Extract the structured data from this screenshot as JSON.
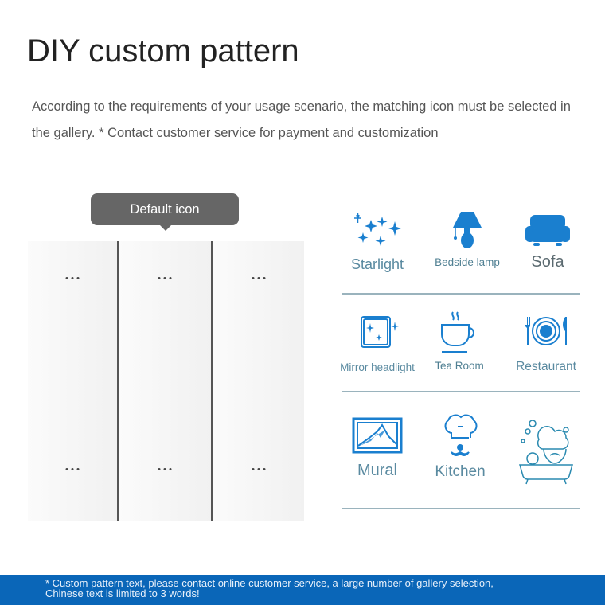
{
  "title": "DIY custom pattern",
  "description": "According to the requirements of your usage scenario, the matching icon must be selected in the gallery. * Contact customer service for payment and customization",
  "tooltip": "Default icon",
  "icon_color": "#1a7fcf",
  "gallery": [
    {
      "label": "Starlight",
      "icon": "sparkles-icon"
    },
    {
      "label": "Bedside lamp",
      "icon": "lamp-icon"
    },
    {
      "label": "Sofa",
      "icon": "sofa-icon"
    },
    {
      "label": "Mirror headlight",
      "icon": "mirror-icon"
    },
    {
      "label": "Tea Room",
      "icon": "teacup-icon"
    },
    {
      "label": "Restaurant",
      "icon": "plate-cutlery-icon"
    },
    {
      "label": "Mural",
      "icon": "mountain-picture-icon"
    },
    {
      "label": "Kitchen",
      "icon": "chef-icon"
    },
    {
      "label": "",
      "icon": "bathtub-icon"
    }
  ],
  "footer_note_line1": "* Custom pattern text, please contact online customer service, a large number of gallery selection,",
  "footer_note_line2": "Chinese text is limited to 3 words!"
}
